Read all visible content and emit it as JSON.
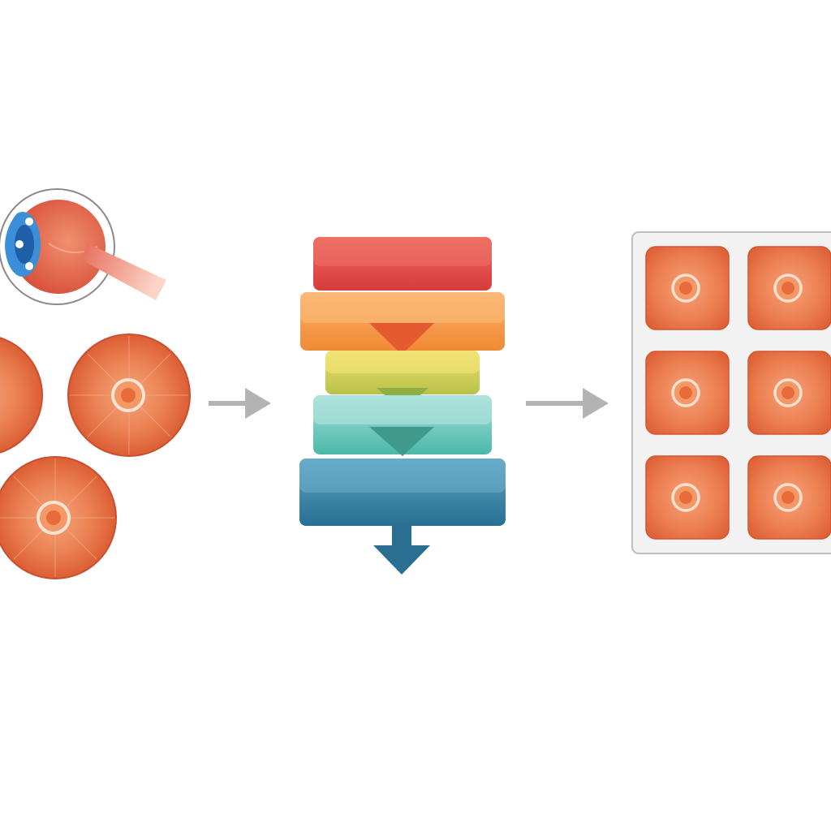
{
  "diagram": {
    "stages": [
      {
        "id": "input",
        "icon": "eyeball-icon",
        "items": [
          "fundus-image-1",
          "fundus-image-2",
          "fundus-image-3"
        ]
      },
      {
        "id": "model",
        "icon": "layer-stack-icon",
        "layer_count": 5
      },
      {
        "id": "output",
        "icon": "image-grid-icon",
        "rows": 3,
        "columns": 2
      }
    ],
    "colors": {
      "background": "#ffffff",
      "arrow": "#b3b3b3",
      "fundus_dark": "#e0643a",
      "fundus_light": "#f49a6e",
      "layer_red": "#e2504a",
      "layer_orange": "#f79d4c",
      "layer_yellow": "#d9d45a",
      "layer_teal": "#74c9c0",
      "layer_blue": "#3a82a6",
      "grid_panel": "#f2f2f2",
      "iris_blue": "#3a8fd6"
    }
  }
}
